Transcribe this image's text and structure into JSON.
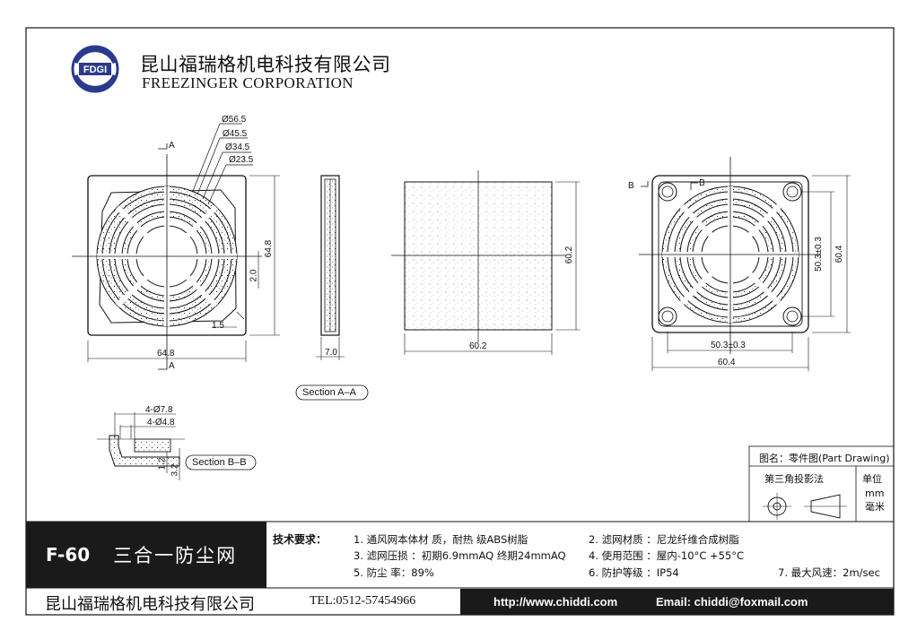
{
  "header": {
    "company_cn": "昆山福瑞格机电科技有限公司",
    "company_en": "FREEZINGER CORPORATION",
    "logo_text": "FDGI"
  },
  "drawing": {
    "diameters": [
      "Ø56.5",
      "Ø45.5",
      "Ø34.5",
      "Ø23.5"
    ],
    "section_label_a": "A",
    "section_label_b": "B",
    "front_width": "64.8",
    "front_height": "64.8",
    "front_small": "2.0",
    "front_corner": "1.5",
    "side_width": "7.0",
    "filter_width": "60.2",
    "filter_height": "60.2",
    "back_hole_spacing_w": "50.3±0.3",
    "back_hole_spacing_h": "50.3±0.3",
    "back_width": "60.4",
    "back_height": "60.4",
    "section_aa": "Section A–A",
    "section_bb": "Section B–B",
    "detail_d1": "4-Ø7.8",
    "detail_d2": "4-Ø4.8",
    "detail_h1": "1.2",
    "detail_h2": "3.2"
  },
  "title_block": {
    "drawing_name": "图名：零件图(Part Drawing)",
    "projection": "第三角投影法",
    "unit_label": "单位",
    "unit_mm": "mm",
    "unit_cn": "毫米"
  },
  "product": {
    "model": "F-60",
    "name": "三合一防尘网"
  },
  "requirements": {
    "label": "技术要求：",
    "r1": "1. 通风网本体材  质，耐热 级ABS树脂",
    "r2": "2. 滤网材质 ：尼龙纤维合成树脂",
    "r3": "3. 滤网压损 ：初期6.9mmAQ  终期24mmAQ",
    "r4": "4. 使用范围 ：屋内-10°C +55°C",
    "r5": "5. 防尘 率：89%",
    "r6": "6. 防护等级 ：IP54",
    "r7": "7. 最大风速：2m/sec"
  },
  "footer": {
    "company_cn": "昆山福瑞格机电科技有限公司",
    "tel": "TEL:0512-57454966",
    "url": "http://www.chiddi.com",
    "email": "Email: chiddi@foxmail.com"
  },
  "colors": {
    "ink": "#111111",
    "dark_band": "#1a1a1a",
    "paper": "#ffffff"
  }
}
